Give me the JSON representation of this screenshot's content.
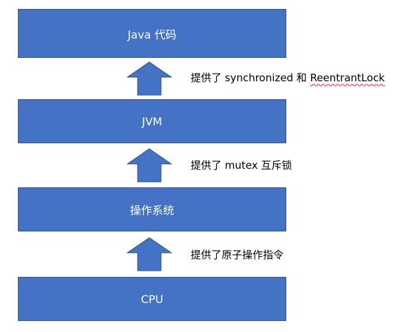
{
  "layers": {
    "java_code": "Java 代码",
    "jvm": "JVM",
    "os": "操作系统",
    "cpu": "CPU"
  },
  "notes": {
    "jvm_provides_prefix": "提供了 synchronized 和 ",
    "jvm_provides_lock": "ReentrantLock",
    "os_provides": "提供了 mutex 互斥锁",
    "cpu_provides": "提供了原子操作指令"
  },
  "colors": {
    "box_fill": "#4472c4",
    "box_border": "#2f528f",
    "box_text": "#ffffff",
    "spellcheck_underline": "#e53935"
  }
}
